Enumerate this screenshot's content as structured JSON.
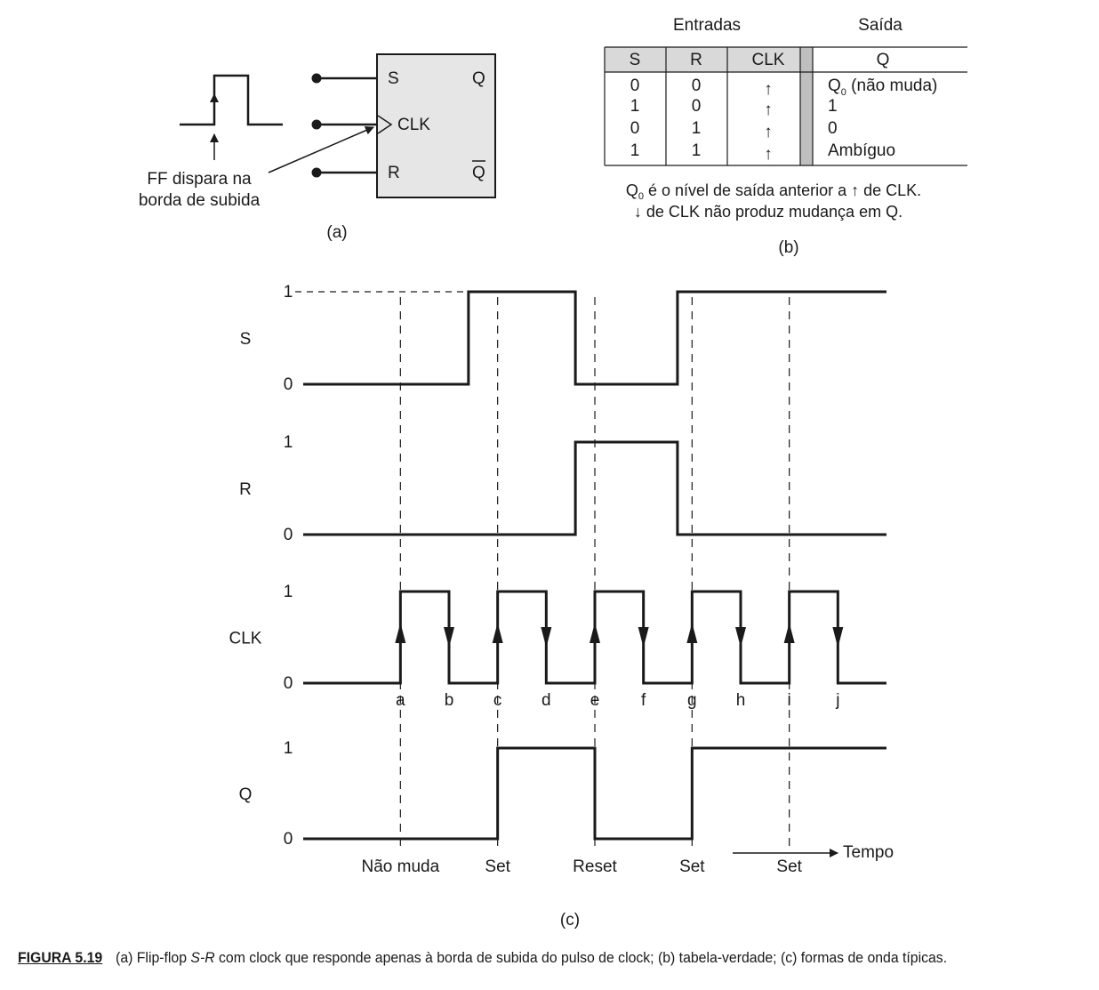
{
  "figure_a": {
    "inputs": [
      "S",
      "CLK",
      "R"
    ],
    "outputs": [
      "Q",
      "Q"
    ],
    "annotation_lines": [
      "FF dispara na",
      "borda de subida"
    ],
    "label": "(a)"
  },
  "figure_b": {
    "group_headers": [
      "Entradas",
      "Saída"
    ],
    "columns": [
      "S",
      "R",
      "CLK",
      "Q"
    ],
    "rows": [
      {
        "s": "0",
        "r": "0",
        "clk": "↑",
        "q_main": "Q",
        "q_sub": "0",
        "q_rest": " (não muda)"
      },
      {
        "s": "1",
        "r": "0",
        "clk": "↑",
        "q_main": "1",
        "q_sub": "",
        "q_rest": ""
      },
      {
        "s": "0",
        "r": "1",
        "clk": "↑",
        "q_main": "0",
        "q_sub": "",
        "q_rest": ""
      },
      {
        "s": "1",
        "r": "1",
        "clk": "↑",
        "q_main": "Ambíguo",
        "q_sub": "",
        "q_rest": ""
      }
    ],
    "note1": {
      "main": "Q",
      "sub": "0",
      "rest": " é o nível de saída anterior a ↑ de CLK."
    },
    "note2": "↓ de CLK não produz mudança em Q.",
    "label": "(b)"
  },
  "figure_c": {
    "signals": [
      {
        "name": "S",
        "high": "1",
        "low": "0",
        "levels": [
          0,
          1,
          0,
          1
        ],
        "transitions": [
          2.4,
          4.6,
          6.7
        ]
      },
      {
        "name": "R",
        "high": "1",
        "low": "0",
        "levels": [
          0,
          1,
          0
        ],
        "transitions": [
          4.6,
          6.7
        ]
      },
      {
        "name": "CLK",
        "high": "1",
        "low": "0",
        "levels": [
          0,
          1,
          0,
          1,
          0,
          1,
          0,
          1,
          0,
          1,
          0
        ],
        "transitions": [
          1,
          2,
          3,
          4,
          5,
          6,
          7,
          8,
          9,
          10
        ]
      },
      {
        "name": "Q",
        "high": "1",
        "low": "0",
        "levels": [
          0,
          1,
          0,
          1
        ],
        "transitions": [
          3,
          5,
          7
        ]
      }
    ],
    "time_range": [
      -1,
      11
    ],
    "edge_labels": [
      "a",
      "b",
      "c",
      "d",
      "e",
      "f",
      "g",
      "h",
      "i",
      "j"
    ],
    "rising_edge_times": [
      1,
      3,
      5,
      7,
      9
    ],
    "falling_edge_times": [
      2,
      4,
      6,
      8,
      10
    ],
    "event_labels": [
      "Não muda",
      "Set",
      "Reset",
      "Set",
      "Set"
    ],
    "time_axis_label": "Tempo",
    "label": "(c)"
  },
  "caption": {
    "figure_label": "FIGURA 5.19",
    "text_before": "(a) Flip-flop ",
    "text_italic": "S-R",
    "text_after": " com clock que responde apenas à borda de subida do pulso de clock; (b) tabela-verdade; (c) formas de onda típicas."
  },
  "colors": {
    "ink": "#1a1a1a",
    "box_fill": "#e6e6e6",
    "table_header_fill": "#d9d9d9",
    "divider_fill": "#bfbfbf"
  }
}
